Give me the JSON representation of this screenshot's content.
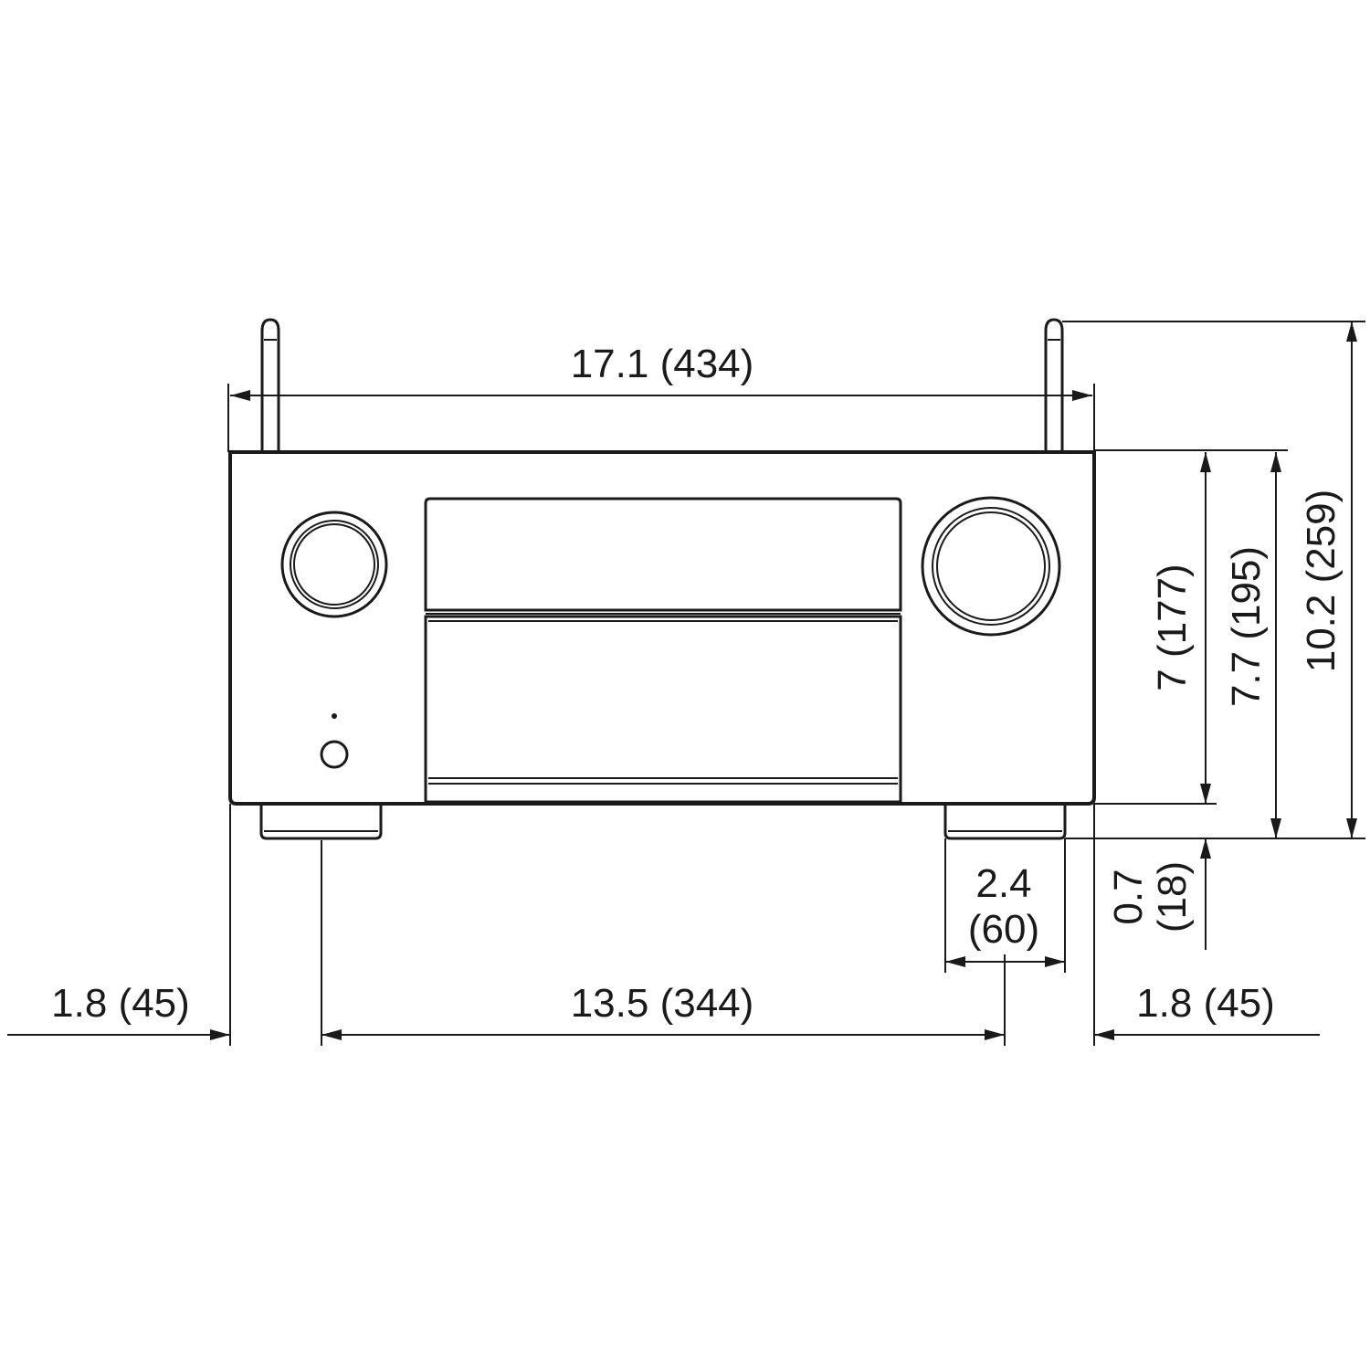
{
  "diagram": {
    "type": "dimension-drawing",
    "subject": "AV receiver front view",
    "dimensions": {
      "overall_width": "17.1 (434)",
      "left_foot_offset": "1.8 (45)",
      "foot_spacing": "13.5 (344)",
      "right_foot_offset": "1.8 (45)",
      "foot_width_top": "2.4",
      "foot_width_bottom": "(60)",
      "body_height": "7 (177)",
      "height_with_feet": "7.7 (195)",
      "height_with_antennas": "10.2 (259)",
      "foot_height_top": "0.7",
      "foot_height_bottom": "(18)"
    },
    "colors": {
      "line": "#1a1a1a",
      "background": "#ffffff"
    }
  }
}
